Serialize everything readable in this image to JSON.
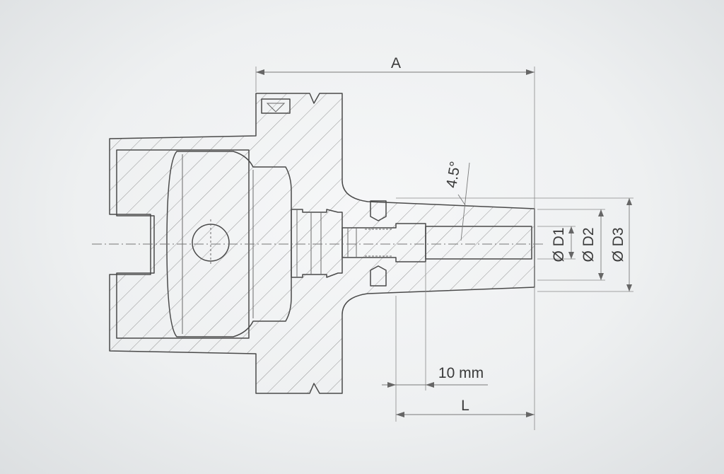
{
  "dimensions": {
    "overall_length": "A",
    "taper_angle": "4.5°",
    "offset": "10 mm",
    "clamping_length": "L",
    "bore_diameter": "Ø D1",
    "nose_diameter_front": "Ø D2",
    "nose_diameter_rear": "Ø D3"
  },
  "colors": {
    "line": "#4a4a4a",
    "hatch": "#8a8a8a",
    "background": "#eef0f1"
  }
}
